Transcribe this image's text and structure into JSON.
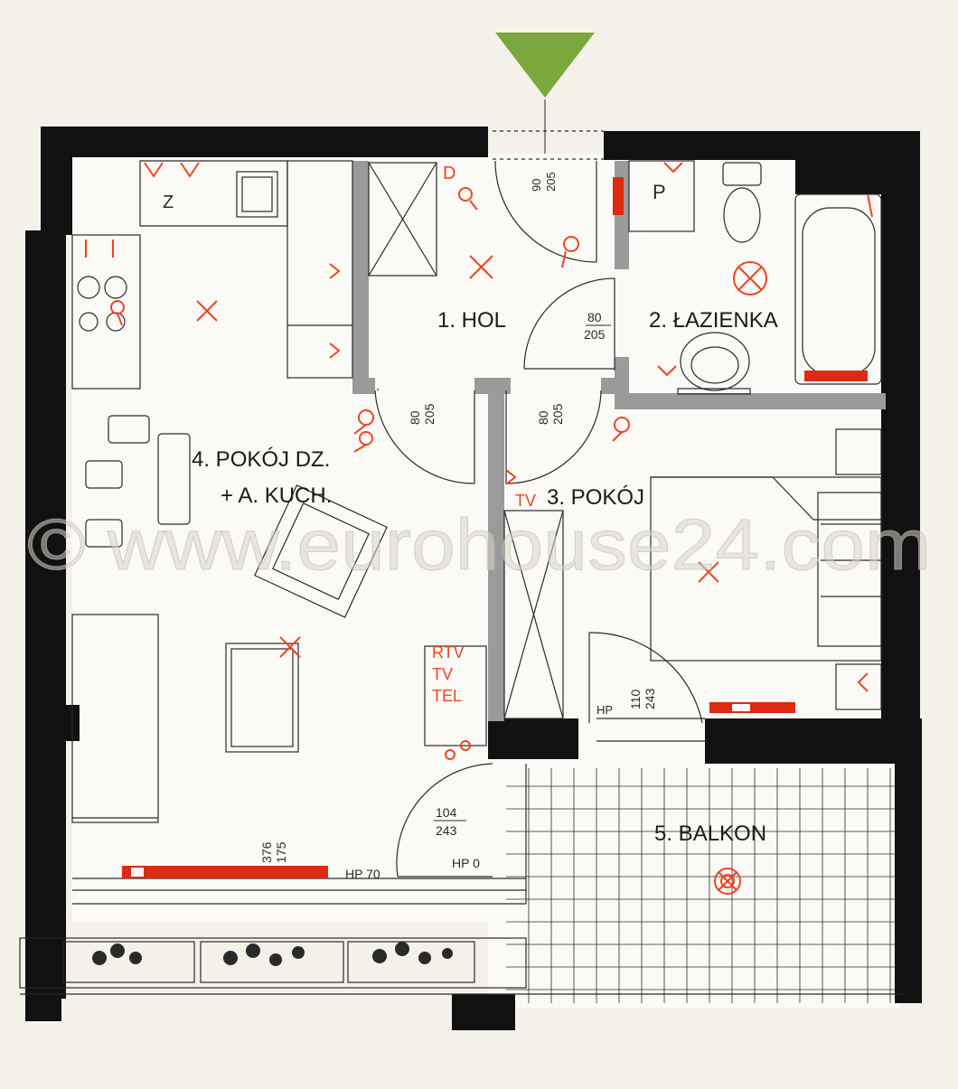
{
  "colors": {
    "paper": "#f4f1ea",
    "floor": "#fbfaf6",
    "wall": "#111111",
    "inner_wall": "#9a9a9a",
    "line": "#2a2a2a",
    "electric": "#ee4422",
    "radiator": "#dd2a10",
    "entrance_arrow": "#7aa83c",
    "watermark": "#d8d4cc"
  },
  "rooms": {
    "hol": "1. HOL",
    "lazienka": "2. ŁAZIENKA",
    "pokoj": "3. POKÓJ",
    "pokoj_dz_line1": "4. POKÓJ DZ.",
    "pokoj_dz_line2": "+ A. KUCH.",
    "balkon": "5. BALKON"
  },
  "doors": {
    "entrance": {
      "width": "90",
      "height": "205"
    },
    "bathroom": {
      "width": "80",
      "height": "205"
    },
    "living": {
      "width": "80",
      "height": "205"
    },
    "bedroom": {
      "width": "80",
      "height": "205"
    },
    "bedroom_balcony": {
      "width": "110",
      "height": "243"
    },
    "living_balcony": {
      "width": "104",
      "height": "243"
    }
  },
  "window": {
    "width": "376",
    "height": "175"
  },
  "heights": {
    "hp0": "HP 0",
    "hp70": "HP 70",
    "hp_bedroom": "HP"
  },
  "sockets": {
    "rtv": "RTV",
    "tv": "TV",
    "tel": "TEL",
    "tv2": "TV",
    "d": "D",
    "z": "Z",
    "p": "P"
  },
  "watermark": "© www.eurohouse24.com",
  "icons": [
    "entrance-arrow-icon",
    "light-point-icon",
    "socket-icon",
    "ceiling-light-icon",
    "radiator-icon",
    "plant-icon"
  ]
}
